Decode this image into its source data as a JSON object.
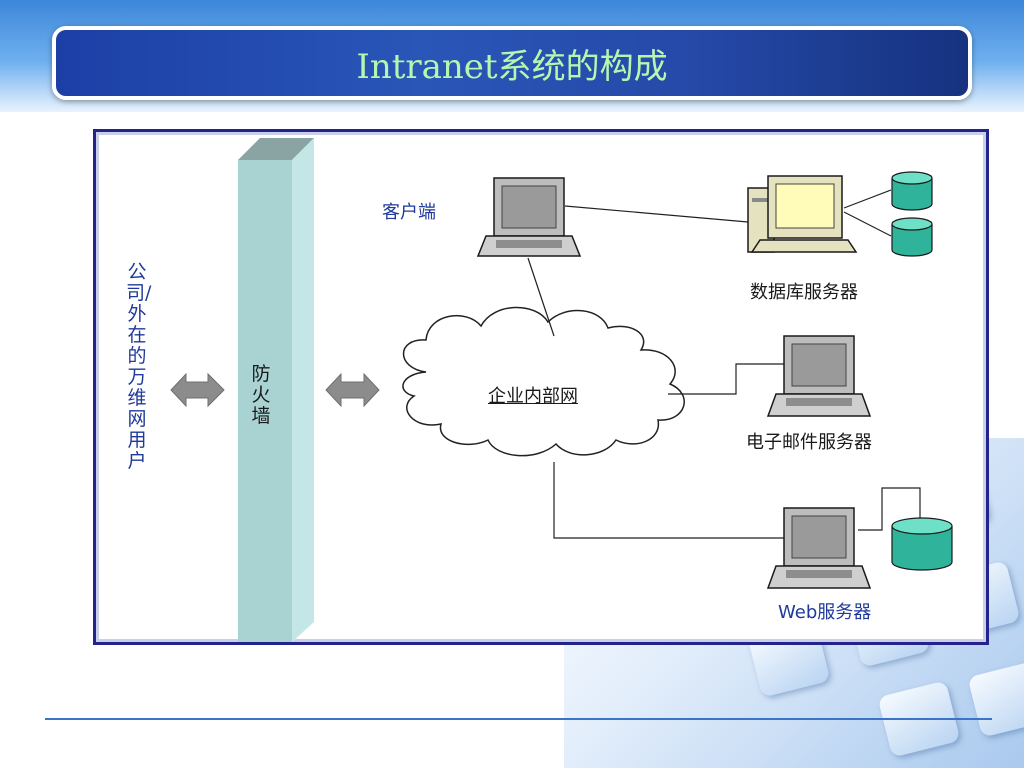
{
  "slide": {
    "title": "Intranet系统的构成"
  },
  "diagram": {
    "external_users": "公司/外在的万维网用户",
    "firewall": "防火墙",
    "client": "客户端",
    "intranet": "企业内部网",
    "database_server": "数据库服务器",
    "email_server": "电子邮件服务器",
    "web_server": "Web服务器"
  },
  "colors": {
    "title_text": "#b6f7b0",
    "title_bar": "#2a56b8",
    "frame_border": "#23238c",
    "firewall": "#a9d3d2",
    "database": "#2fb39a",
    "arrow": "#8c8c8c",
    "blue_label": "#1f3a9a"
  }
}
